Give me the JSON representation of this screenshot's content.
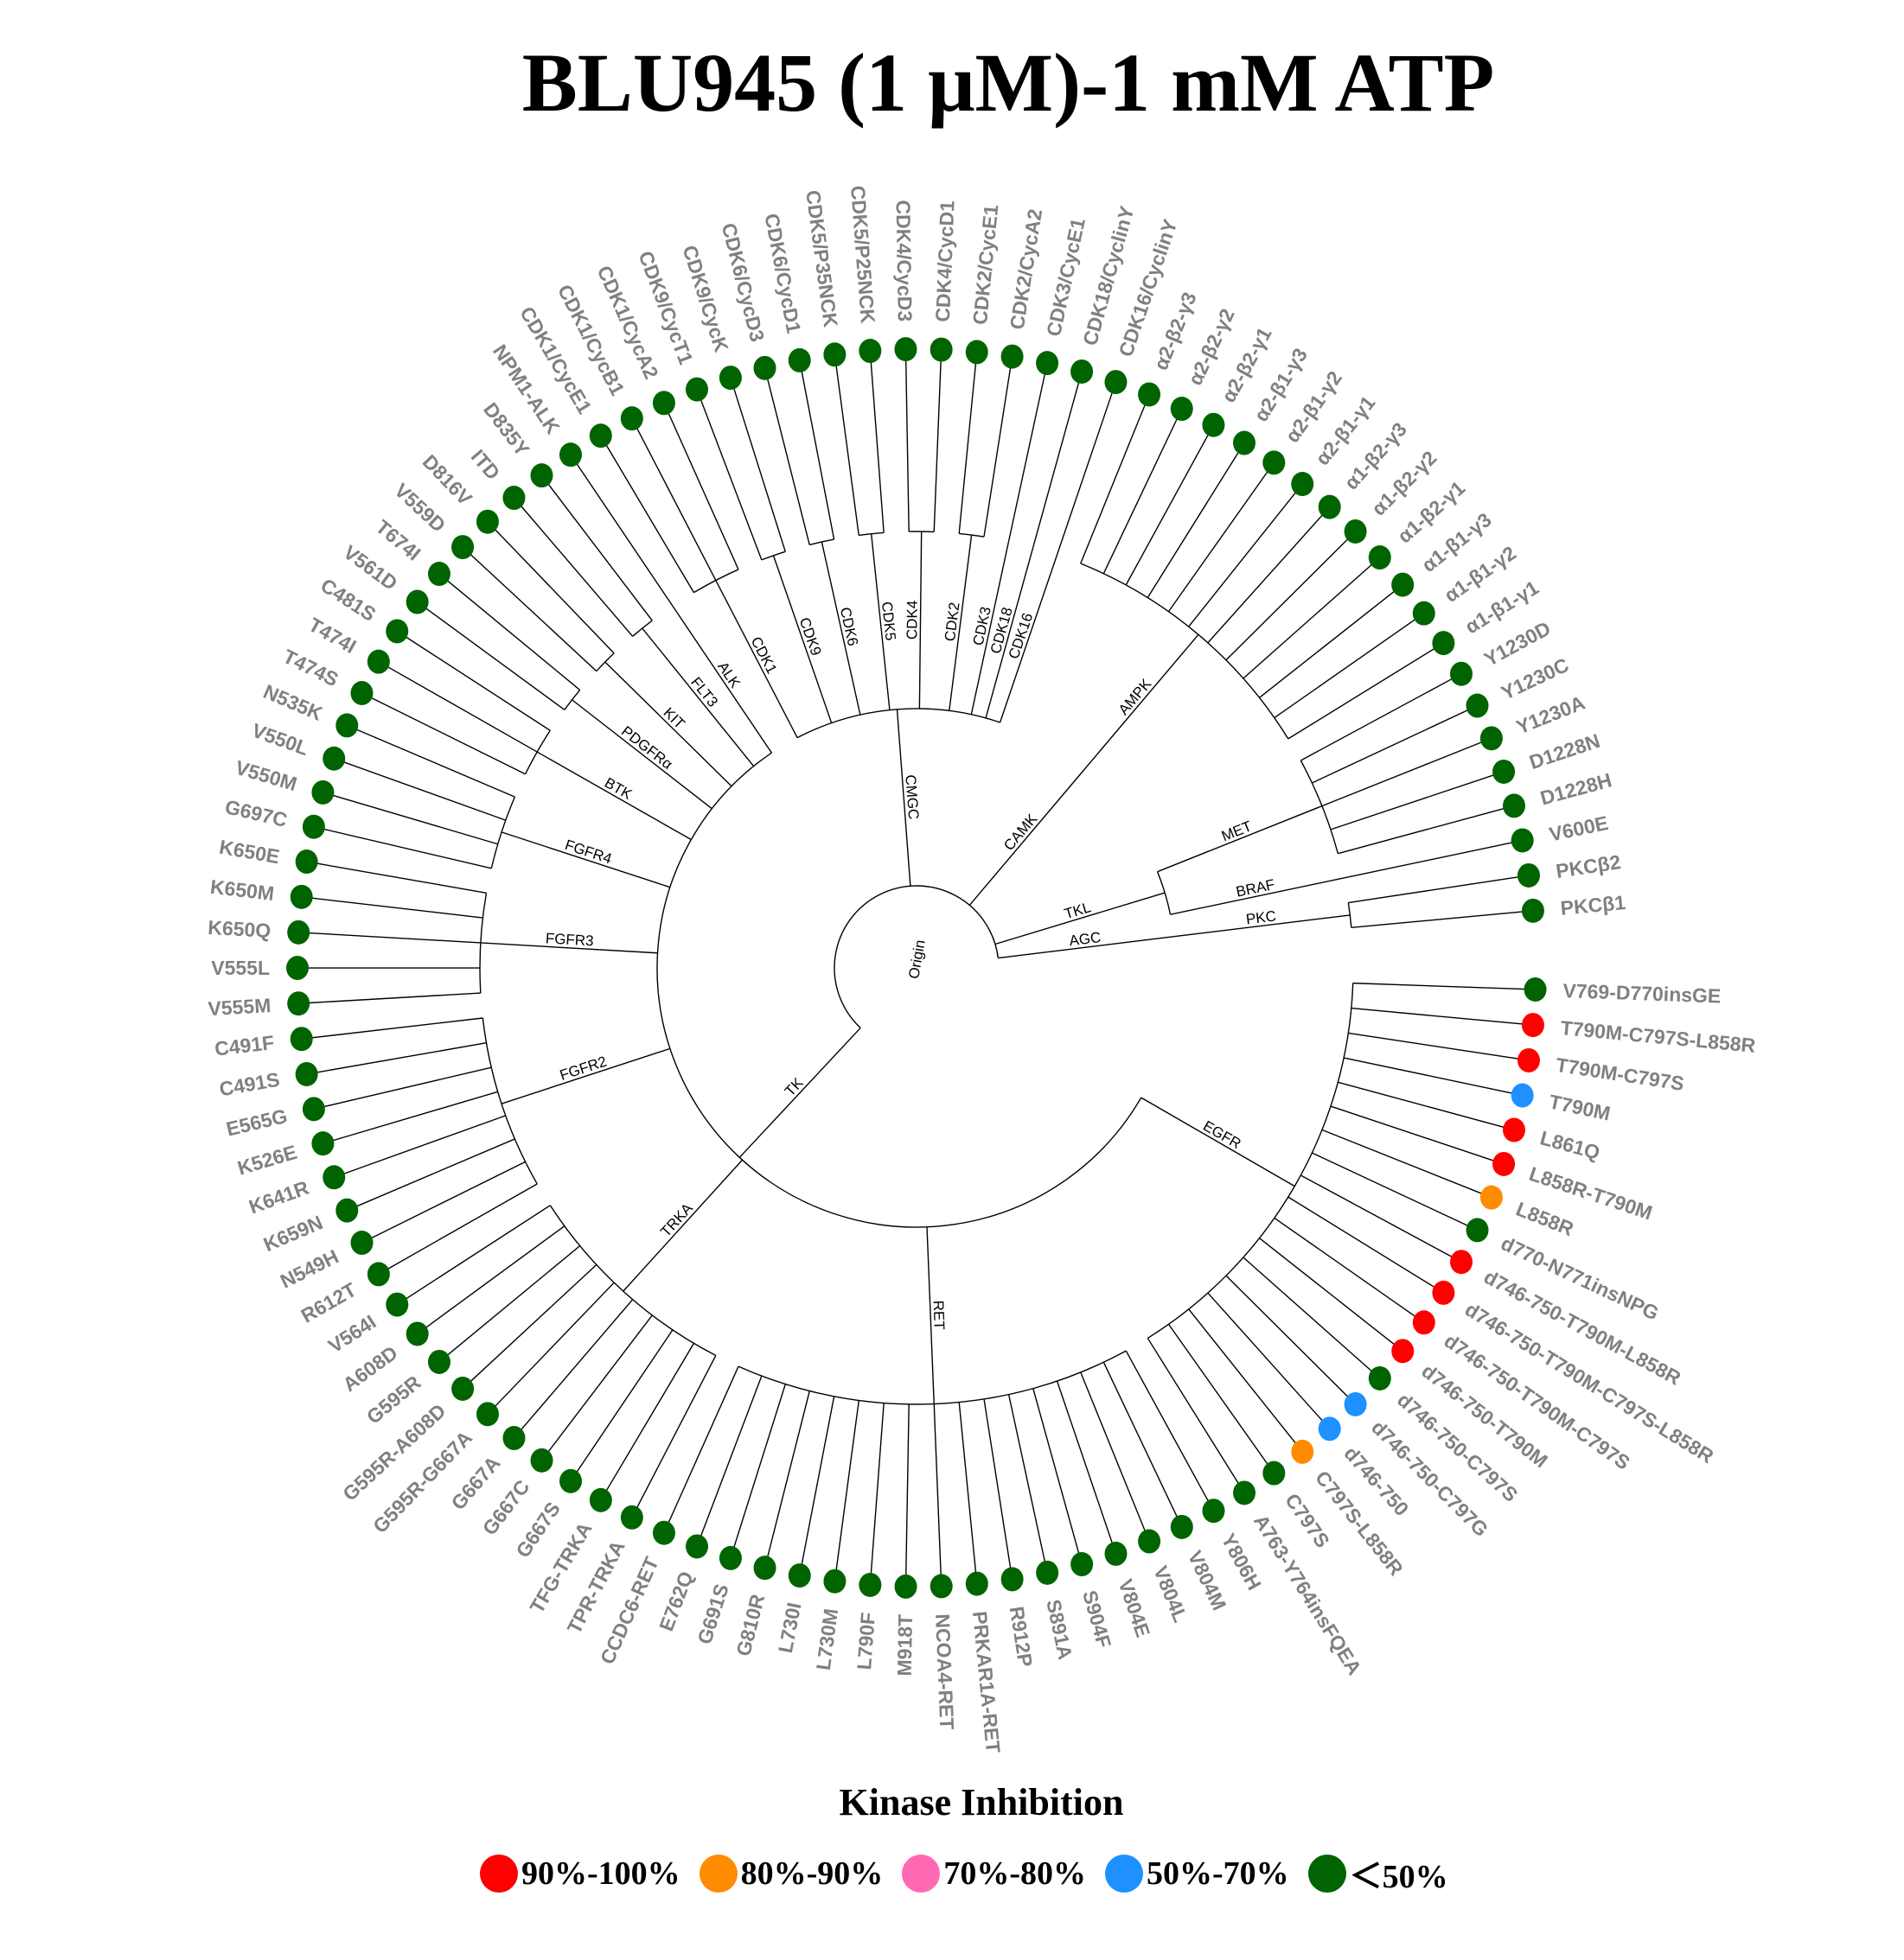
{
  "title": "BLU945 (1 μM)-1 mM ATP",
  "legend": {
    "title": "Kinase Inhibition",
    "items": [
      {
        "label": "90%-100%",
        "color": "#FF0000"
      },
      {
        "label": "80%-90%",
        "color": "#FF8C00"
      },
      {
        "label": "70%-80%",
        "color": "#FF69B4"
      },
      {
        "label": "50%-70%",
        "color": "#1E90FF"
      },
      {
        "label": "＜50%",
        "color": "#006400"
      }
    ]
  },
  "chart_data": {
    "type": "circular-dendrogram",
    "title": "BLU945 (1 μM)-1 mM ATP",
    "root_label": "Origin",
    "groups": [
      {
        "label": "TK",
        "families": [
          {
            "label": "EGFR",
            "leaves": [
              {
                "name": "V769-D770insGE",
                "inhibition": "＜50%"
              },
              {
                "name": "T790M-C797S-L858R",
                "inhibition": "90%-100%"
              },
              {
                "name": "T790M-C797S",
                "inhibition": "90%-100%"
              },
              {
                "name": "T790M",
                "inhibition": "50%-70%"
              },
              {
                "name": "L861Q",
                "inhibition": "90%-100%"
              },
              {
                "name": "L858R-T790M",
                "inhibition": "90%-100%"
              },
              {
                "name": "L858R",
                "inhibition": "80%-90%"
              },
              {
                "name": "d770-N771insNPG",
                "inhibition": "＜50%"
              },
              {
                "name": "d746-750-T790M-L858R",
                "inhibition": "90%-100%"
              },
              {
                "name": "d746-750-T790M-C797S-L858R",
                "inhibition": "90%-100%"
              },
              {
                "name": "d746-750-T790M-C797S",
                "inhibition": "90%-100%"
              },
              {
                "name": "d746-750-T790M",
                "inhibition": "90%-100%"
              },
              {
                "name": "d746-750-C797S",
                "inhibition": "＜50%"
              },
              {
                "name": "d746-750-C797G",
                "inhibition": "50%-70%"
              },
              {
                "name": "d746-750",
                "inhibition": "50%-70%"
              },
              {
                "name": "C797S-L858R",
                "inhibition": "80%-90%"
              },
              {
                "name": "C797S",
                "inhibition": "＜50%"
              },
              {
                "name": "A763-Y764insFQEA",
                "inhibition": "＜50%"
              }
            ]
          },
          {
            "label": "RET",
            "leaves": [
              {
                "name": "Y806H",
                "inhibition": "＜50%"
              },
              {
                "name": "V804M",
                "inhibition": "＜50%"
              },
              {
                "name": "V804L",
                "inhibition": "＜50%"
              },
              {
                "name": "V804E",
                "inhibition": "＜50%"
              },
              {
                "name": "S904F",
                "inhibition": "＜50%"
              },
              {
                "name": "S891A",
                "inhibition": "＜50%"
              },
              {
                "name": "R912P",
                "inhibition": "＜50%"
              },
              {
                "name": "PRKAR1A-RET",
                "inhibition": "＜50%"
              },
              {
                "name": "NCOA4-RET",
                "inhibition": "＜50%"
              },
              {
                "name": "M918T",
                "inhibition": "＜50%"
              },
              {
                "name": "L790F",
                "inhibition": "＜50%"
              },
              {
                "name": "L730M",
                "inhibition": "＜50%"
              },
              {
                "name": "L730I",
                "inhibition": "＜50%"
              },
              {
                "name": "G810R",
                "inhibition": "＜50%"
              },
              {
                "name": "G691S",
                "inhibition": "＜50%"
              },
              {
                "name": "E762Q",
                "inhibition": "＜50%"
              },
              {
                "name": "CCDC6-RET",
                "inhibition": "＜50%"
              }
            ]
          },
          {
            "label": "TRKA",
            "leaves": [
              {
                "name": "TPR-TRKA",
                "inhibition": "＜50%"
              },
              {
                "name": "TFG-TRKA",
                "inhibition": "＜50%"
              },
              {
                "name": "G667S",
                "inhibition": "＜50%"
              },
              {
                "name": "G667C",
                "inhibition": "＜50%"
              },
              {
                "name": "G667A",
                "inhibition": "＜50%"
              },
              {
                "name": "G595R-G667A",
                "inhibition": "＜50%"
              },
              {
                "name": "G595R-A608D",
                "inhibition": "＜50%"
              },
              {
                "name": "G595R",
                "inhibition": "＜50%"
              },
              {
                "name": "A608D",
                "inhibition": "＜50%"
              },
              {
                "name": "V564I",
                "inhibition": "＜50%"
              }
            ]
          },
          {
            "label": "FGFR2",
            "leaves": [
              {
                "name": "R612T",
                "inhibition": "＜50%"
              },
              {
                "name": "N549H",
                "inhibition": "＜50%"
              },
              {
                "name": "K659N",
                "inhibition": "＜50%"
              },
              {
                "name": "K641R",
                "inhibition": "＜50%"
              },
              {
                "name": "K526E",
                "inhibition": "＜50%"
              },
              {
                "name": "E565G",
                "inhibition": "＜50%"
              },
              {
                "name": "C491S",
                "inhibition": "＜50%"
              },
              {
                "name": "C491F",
                "inhibition": "＜50%"
              }
            ]
          },
          {
            "label": "FGFR3",
            "leaves": [
              {
                "name": "V555M",
                "inhibition": "＜50%"
              },
              {
                "name": "V555L",
                "inhibition": "＜50%"
              },
              {
                "name": "K650Q",
                "inhibition": "＜50%"
              },
              {
                "name": "K650M",
                "inhibition": "＜50%"
              },
              {
                "name": "K650E",
                "inhibition": "＜50%"
              }
            ]
          },
          {
            "label": "FGFR4",
            "leaves": [
              {
                "name": "G697C",
                "inhibition": "＜50%"
              },
              {
                "name": "V550M",
                "inhibition": "＜50%"
              },
              {
                "name": "V550L",
                "inhibition": "＜50%"
              },
              {
                "name": "N535K",
                "inhibition": "＜50%"
              }
            ]
          },
          {
            "label": "BTK",
            "leaves": [
              {
                "name": "T474S",
                "inhibition": "＜50%"
              },
              {
                "name": "T474I",
                "inhibition": "＜50%"
              },
              {
                "name": "C481S",
                "inhibition": "＜50%"
              }
            ]
          },
          {
            "label": "PDGFRα",
            "leaves": [
              {
                "name": "V561D",
                "inhibition": "＜50%"
              },
              {
                "name": "T674I",
                "inhibition": "＜50%"
              }
            ]
          },
          {
            "label": "KIT",
            "leaves": [
              {
                "name": "V559D",
                "inhibition": "＜50%"
              },
              {
                "name": "D816V",
                "inhibition": "＜50%"
              }
            ]
          },
          {
            "label": "FLT3",
            "leaves": [
              {
                "name": "ITD",
                "inhibition": "＜50%"
              },
              {
                "name": "D835Y",
                "inhibition": "＜50%"
              }
            ]
          },
          {
            "label": "ALK",
            "leaves": [
              {
                "name": "NPM1-ALK",
                "inhibition": "＜50%"
              }
            ]
          }
        ]
      },
      {
        "label": "CMGC",
        "families": [
          {
            "label": "CDK1",
            "leaves": [
              {
                "name": "CDK1/CycE1",
                "inhibition": "＜50%"
              },
              {
                "name": "CDK1/CycB1",
                "inhibition": "＜50%"
              },
              {
                "name": "CDK1/CycA2",
                "inhibition": "＜50%"
              }
            ]
          },
          {
            "label": "CDK9",
            "leaves": [
              {
                "name": "CDK9/CycT1",
                "inhibition": "＜50%"
              },
              {
                "name": "CDK9/CycK",
                "inhibition": "＜50%"
              }
            ]
          },
          {
            "label": "CDK6",
            "leaves": [
              {
                "name": "CDK6/CycD3",
                "inhibition": "＜50%"
              },
              {
                "name": "CDK6/CycD1",
                "inhibition": "＜50%"
              }
            ]
          },
          {
            "label": "CDK5",
            "leaves": [
              {
                "name": "CDK5/P35NCK",
                "inhibition": "＜50%"
              },
              {
                "name": "CDK5/P25NCK",
                "inhibition": "＜50%"
              }
            ]
          },
          {
            "label": "CDK4",
            "leaves": [
              {
                "name": "CDK4/CycD3",
                "inhibition": "＜50%"
              },
              {
                "name": "CDK4/CycD1",
                "inhibition": "＜50%"
              }
            ]
          },
          {
            "label": "CDK2",
            "leaves": [
              {
                "name": "CDK2/CycE1",
                "inhibition": "＜50%"
              },
              {
                "name": "CDK2/CycA2",
                "inhibition": "＜50%"
              }
            ]
          },
          {
            "label": "CDK3",
            "leaves": [
              {
                "name": "CDK3/CycE1",
                "inhibition": "＜50%"
              }
            ]
          },
          {
            "label": "CDK18",
            "leaves": [
              {
                "name": "CDK18/CyclinY",
                "inhibition": "＜50%"
              }
            ]
          },
          {
            "label": "CDK16",
            "leaves": [
              {
                "name": "CDK16/CyclinY",
                "inhibition": "＜50%"
              }
            ]
          }
        ]
      },
      {
        "label": "CAMK",
        "families": [
          {
            "label": "AMPK",
            "leaves": [
              {
                "name": "α2-β2-γ3",
                "inhibition": "＜50%"
              },
              {
                "name": "α2-β2-γ2",
                "inhibition": "＜50%"
              },
              {
                "name": "α2-β2-γ1",
                "inhibition": "＜50%"
              },
              {
                "name": "α2-β1-γ3",
                "inhibition": "＜50%"
              },
              {
                "name": "α2-β1-γ2",
                "inhibition": "＜50%"
              },
              {
                "name": "α2-β1-γ1",
                "inhibition": "＜50%"
              },
              {
                "name": "α1-β2-γ3",
                "inhibition": "＜50%"
              },
              {
                "name": "α1-β2-γ2",
                "inhibition": "＜50%"
              },
              {
                "name": "α1-β2-γ1",
                "inhibition": "＜50%"
              },
              {
                "name": "α1-β1-γ3",
                "inhibition": "＜50%"
              },
              {
                "name": "α1-β1-γ2",
                "inhibition": "＜50%"
              },
              {
                "name": "α1-β1-γ1",
                "inhibition": "＜50%"
              }
            ]
          }
        ]
      },
      {
        "label": "TKL",
        "families": [
          {
            "label": "MET",
            "leaves": [
              {
                "name": "Y1230D",
                "inhibition": "＜50%"
              },
              {
                "name": "Y1230C",
                "inhibition": "＜50%"
              },
              {
                "name": "Y1230A",
                "inhibition": "＜50%"
              },
              {
                "name": "D1228N",
                "inhibition": "＜50%"
              },
              {
                "name": "D1228H",
                "inhibition": "＜50%"
              }
            ]
          },
          {
            "label": "BRAF",
            "leaves": [
              {
                "name": "V600E",
                "inhibition": "＜50%"
              }
            ]
          }
        ]
      },
      {
        "label": "AGC",
        "families": [
          {
            "label": "PKC",
            "leaves": [
              {
                "name": "PKCβ2",
                "inhibition": "＜50%"
              },
              {
                "name": "PKCβ1",
                "inhibition": "＜50%"
              }
            ]
          }
        ]
      }
    ]
  }
}
